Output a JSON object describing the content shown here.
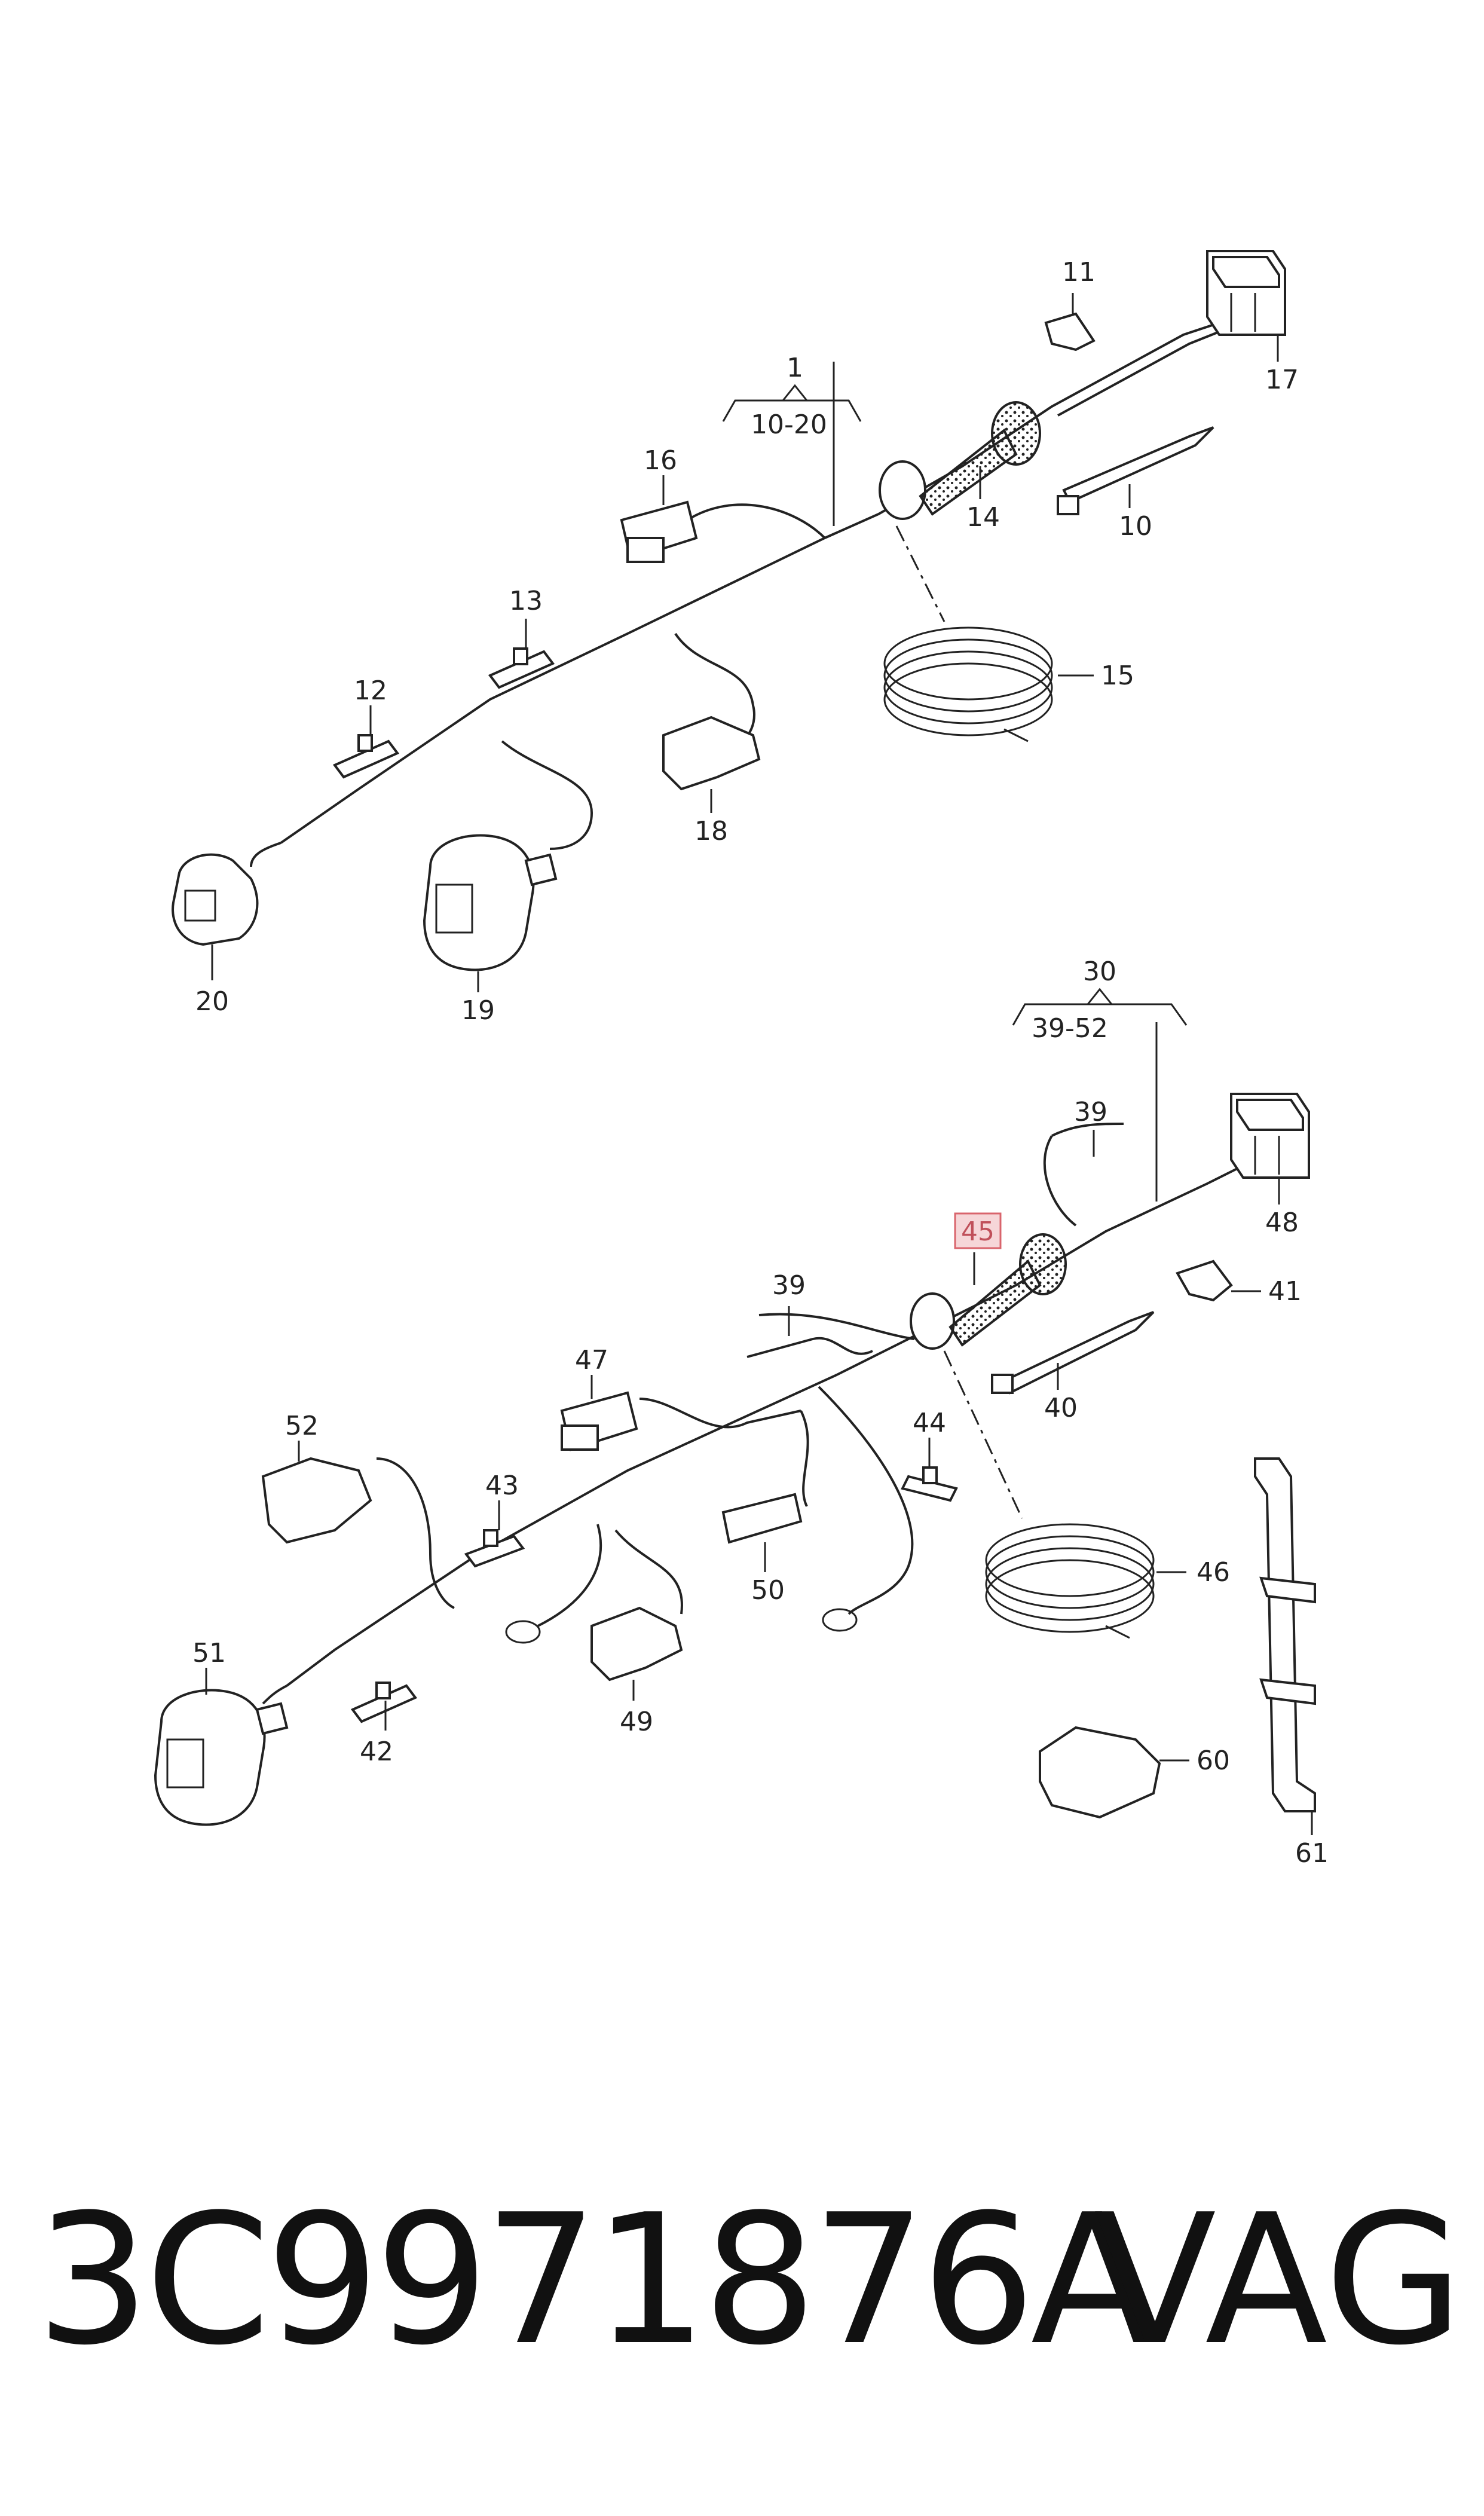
{
  "labels": {
    "l1": "1",
    "l1_range": "10-20",
    "l10": "10",
    "l11": "11",
    "l12": "12",
    "l13": "13",
    "l14": "14",
    "l15": "15",
    "l16": "16",
    "l17": "17",
    "l18": "18",
    "l19": "19",
    "l20": "20",
    "l30": "30",
    "l30_range": "39-52",
    "l39a": "39",
    "l39b": "39",
    "l40": "40",
    "l41": "41",
    "l42": "42",
    "l43": "43",
    "l44": "44",
    "l45": "45",
    "l46": "46",
    "l47": "47",
    "l48": "48",
    "l49": "49",
    "l50": "50",
    "l51": "51",
    "l52": "52",
    "l60": "60",
    "l61": "61"
  },
  "highlighted_label": "45",
  "footer": {
    "part_number": "3C9971876A",
    "brand": "VAG"
  },
  "colors": {
    "line": "#222222",
    "highlight_fill": "#f6d6d8",
    "highlight_stroke": "#d9646c"
  }
}
